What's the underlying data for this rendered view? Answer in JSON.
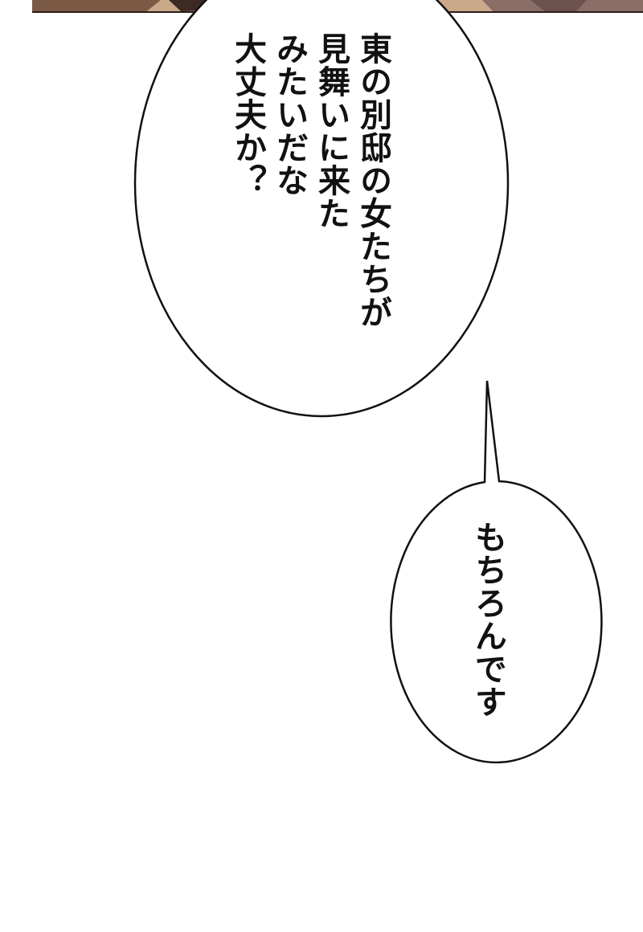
{
  "page": {
    "background": "#ffffff"
  },
  "art_strip": {
    "colors": {
      "skin": "#c9a98a",
      "shadow": "#7a5a45",
      "dark": "#3d2a22",
      "cloth": "#8a6e66",
      "outline": "#2a1c18"
    }
  },
  "bubbles": [
    {
      "lines": [
        "東の別邸の女たちが",
        "見舞いに来た",
        "みたいだな",
        "大丈夫か？"
      ]
    },
    {
      "lines": [
        "もちろんです"
      ]
    }
  ]
}
